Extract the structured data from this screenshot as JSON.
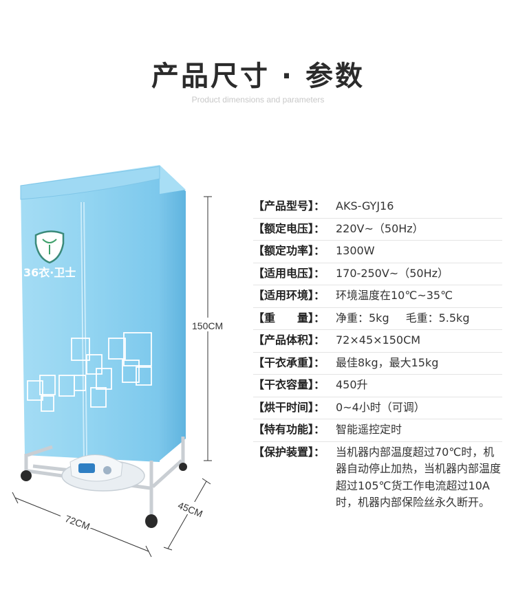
{
  "header": {
    "title": "产品尺寸 · 参数",
    "subtitle": "Product dimensions and parameters"
  },
  "product": {
    "brand_text": "36衣·卫士",
    "height_label": "150CM",
    "width_label": "72CM",
    "depth_label": "45CM",
    "colors": {
      "cover": "#8fd3f0",
      "cover_dark": "#6cbfe6",
      "frame": "#c9ced3",
      "wheel": "#2a2a2a"
    }
  },
  "specs": [
    {
      "label": "【产品型号】：",
      "value": "AKS-GYJ16"
    },
    {
      "label": "【额定电压】：",
      "value": "220V~（50Hz）"
    },
    {
      "label": "【额定功率】：",
      "value": "1300W"
    },
    {
      "label": "【适用电压】：",
      "value": "170-250V~（50Hz）"
    },
    {
      "label": "【适用环境】：",
      "value": "环境温度在10℃~35℃"
    },
    {
      "label": "【重　　量】：",
      "value_net": "净重：5kg",
      "value_gross": "毛重：5.5kg"
    },
    {
      "label": "【产品体积】：",
      "value": "72×45×150CM"
    },
    {
      "label": "【干衣承重】：",
      "value": "最佳8kg，最大15kg"
    },
    {
      "label": "【干衣容量】：",
      "value": "450升"
    },
    {
      "label": "【烘干时间】：",
      "value": "0~4小时（可调）"
    },
    {
      "label": "【特有功能】：",
      "value": "智能遥控定时"
    },
    {
      "label": "【保护装置】：",
      "value": "当机器内部温度超过70℃时，机器自动停止加热，当机器内部温度超过105℃货工作电流超过10A时，机器内部保险丝永久断开。"
    }
  ]
}
